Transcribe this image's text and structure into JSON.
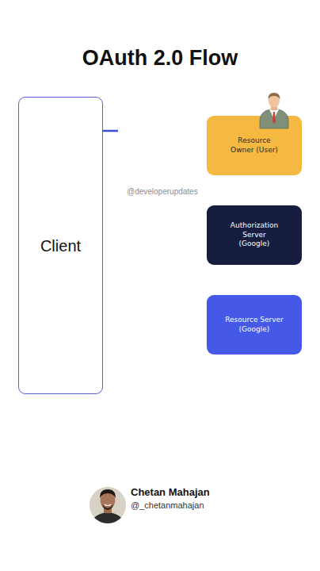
{
  "diagram": {
    "title": "OAuth 2.0 Flow",
    "nodes": [
      {
        "text": [
          "Client"
        ]
      },
      {
        "text": [
          "Resource Owner (User)"
        ]
      },
      {
        "text": [
          "Authorization Server (Google)"
        ]
      },
      {
        "text": [
          "Resource Server (Google)"
        ]
      }
    ],
    "labels": [
      "@developerupdates",
      "Chetan Mahajan",
      "@_chetanmahajan"
    ]
  }
}
